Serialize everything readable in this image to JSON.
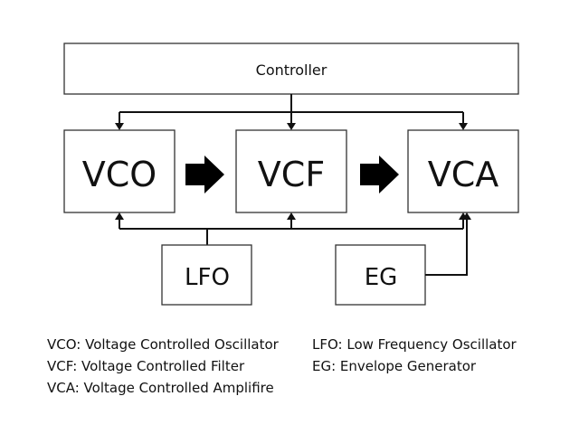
{
  "diagram": {
    "title": "Analog synthesizer block diagram",
    "blocks": {
      "controller": "Controller",
      "vco": "VCO",
      "vcf": "VCF",
      "vca": "VCA",
      "lfo": "LFO",
      "eg": "EG"
    },
    "connections": [
      {
        "from": "Controller",
        "to": "VCO",
        "type": "control"
      },
      {
        "from": "Controller",
        "to": "VCF",
        "type": "control"
      },
      {
        "from": "Controller",
        "to": "VCA",
        "type": "control"
      },
      {
        "from": "VCO",
        "to": "VCF",
        "type": "signal"
      },
      {
        "from": "VCF",
        "to": "VCA",
        "type": "signal"
      },
      {
        "from": "LFO",
        "to": "VCO",
        "type": "modulation"
      },
      {
        "from": "LFO",
        "to": "VCF",
        "type": "modulation"
      },
      {
        "from": "LFO",
        "to": "VCA",
        "type": "modulation"
      },
      {
        "from": "EG",
        "to": "VCA",
        "type": "modulation"
      }
    ],
    "colors": {
      "stroke": "#222222",
      "arrow_fill": "#000000",
      "background": "#ffffff"
    }
  },
  "legend": {
    "left": [
      "VCO: Voltage Controlled Oscillator",
      "VCF: Voltage Controlled Filter",
      "VCA: Voltage Controlled Amplifire"
    ],
    "right": [
      "LFO: Low Frequency Oscillator",
      "EG: Envelope Generator"
    ]
  }
}
